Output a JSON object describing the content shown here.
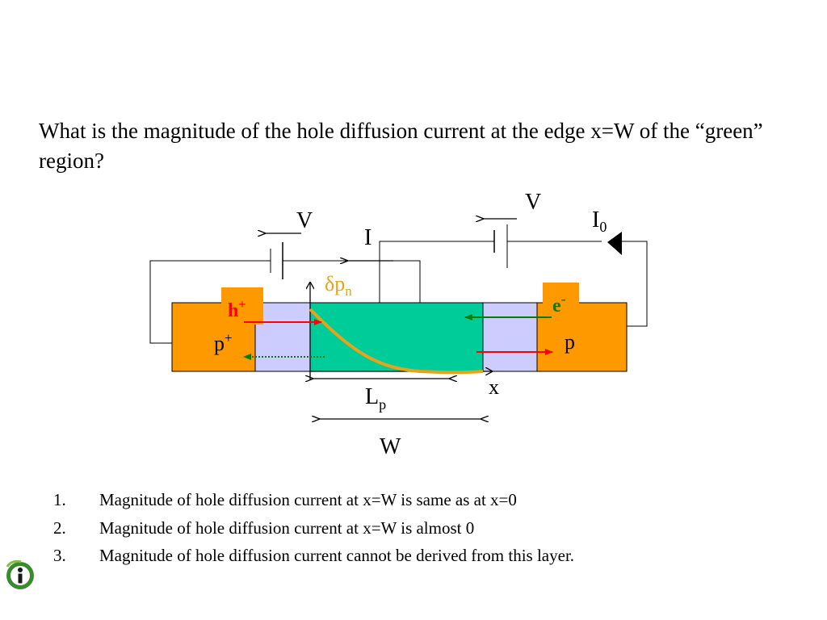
{
  "question": "What is the magnitude of the hole diffusion current at the edge x=W of the “green” region?",
  "diagram": {
    "voltage_left": "V",
    "voltage_right": "V",
    "current_label": "I",
    "current0_label": "I",
    "current0_sub": "0",
    "delta_sym": "δ",
    "delta_p": "p",
    "delta_sub": "n",
    "hole_base": "h",
    "hole_sup": "+",
    "electron_base": "e",
    "electron_sup": "-",
    "region_left_base": "p",
    "region_left_sup": "+",
    "region_right": "p",
    "x_axis": "x",
    "lp_base": "L",
    "lp_sub": "p",
    "width_label": "W",
    "colors": {
      "orange": "#ff9900",
      "lavender": "#ccccff",
      "green": "#00cc99",
      "curve": "#e8a317",
      "red": "#ff0000",
      "dark_green": "#008000"
    }
  },
  "options": [
    {
      "num": "1.",
      "text": "Magnitude of hole diffusion current at x=W is same as at x=0"
    },
    {
      "num": "2.",
      "text": "Magnitude of hole diffusion current at x=W is almost 0"
    },
    {
      "num": "3.",
      "text": "Magnitude of hole diffusion current cannot be derived from this layer."
    }
  ],
  "logo_icon": "info-icon"
}
